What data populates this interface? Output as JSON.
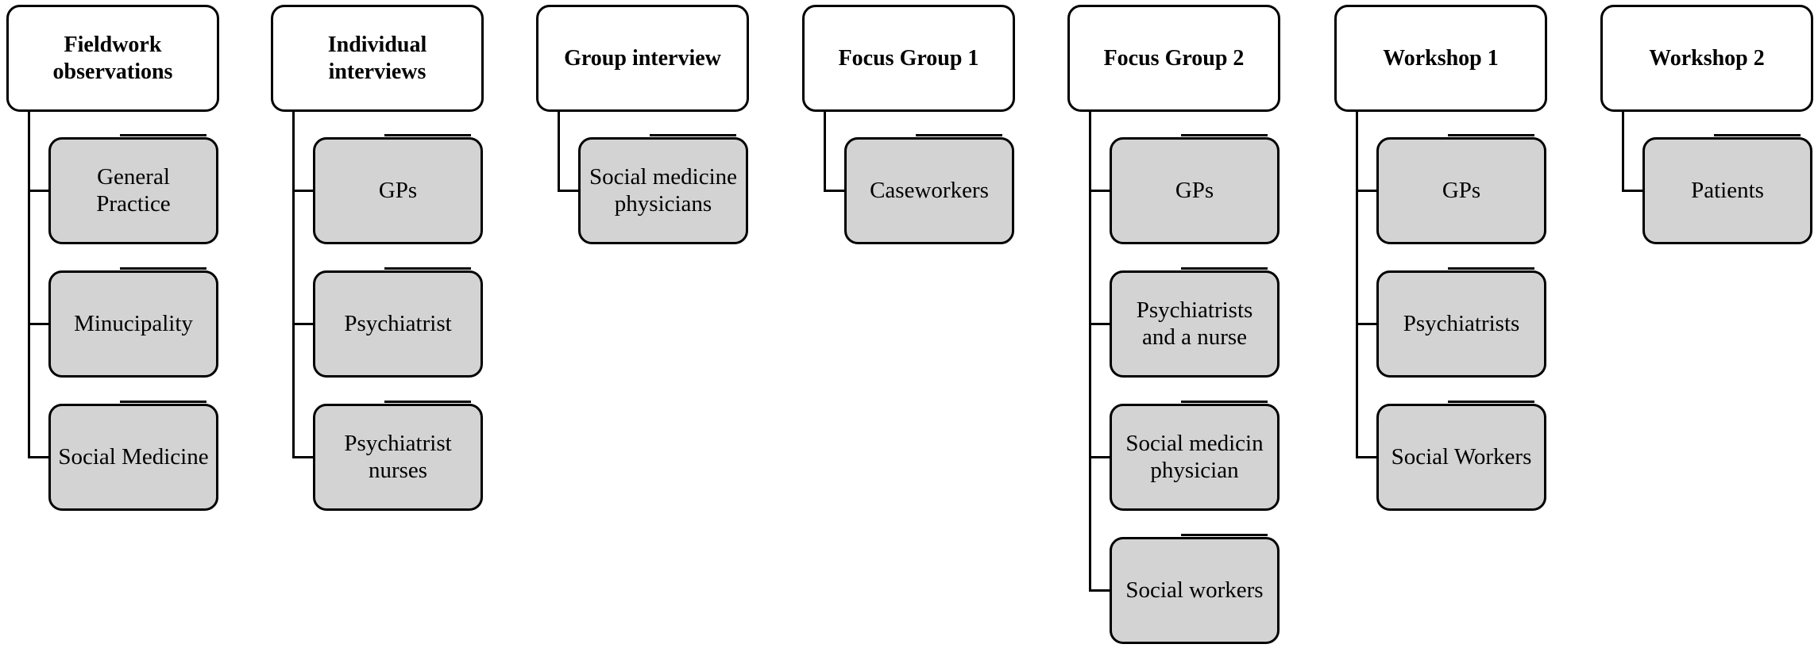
{
  "diagram": {
    "background_color": "#ffffff",
    "header_box_fill": "#ffffff",
    "child_box_fill": "#d3d3d3",
    "border_color": "#000000",
    "text_color": "#000000",
    "columns": [
      {
        "header": "Fieldwork observations",
        "children": [
          "General Practice",
          "Minucipality",
          "Social Medicine"
        ]
      },
      {
        "header": "Individual interviews",
        "children": [
          "GPs",
          "Psychiatrist",
          "Psychiatrist nurses"
        ]
      },
      {
        "header": "Group interview",
        "children": [
          "Social medicine physicians"
        ]
      },
      {
        "header": "Focus Group 1",
        "children": [
          "Caseworkers"
        ]
      },
      {
        "header": "Focus Group 2",
        "children": [
          "GPs",
          "Psychiatrists and a nurse",
          "Social medicin physician",
          "Social workers"
        ]
      },
      {
        "header": "Workshop 1",
        "children": [
          "GPs",
          "Psychiatrists",
          "Social Workers"
        ]
      },
      {
        "header": "Workshop 2",
        "children": [
          "Patients"
        ]
      }
    ]
  }
}
